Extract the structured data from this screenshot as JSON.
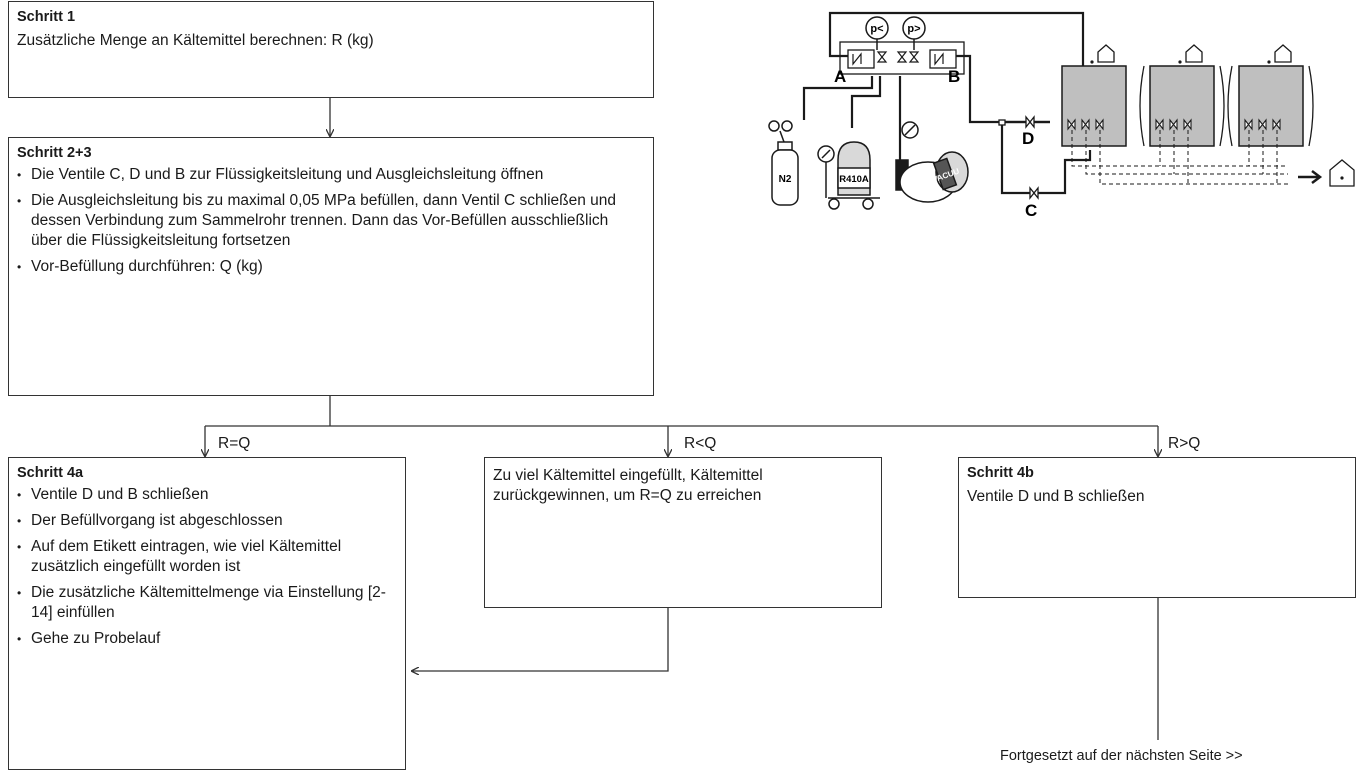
{
  "step1": {
    "title": "Schritt 1",
    "text": "Zusätzliche Menge an Kältemittel berechnen: R (kg)"
  },
  "step23": {
    "title": "Schritt 2+3",
    "bullets": [
      "Die Ventile C, D und B zur Flüssigkeitsleitung und Ausgleichsleitung öffnen",
      "Die Ausgleichsleitung bis zu maximal 0,05 MPa befüllen, dann Ventil C schließen und dessen Verbindung zum Sammelrohr trennen. Dann das Vor-Befüllen ausschließlich über die Flüssigkeitsleitung fortsetzen",
      "Vor-Befüllung durchführen: Q (kg)"
    ]
  },
  "branches": {
    "equal": "R=Q",
    "less": "R<Q",
    "greater": "R>Q"
  },
  "step4a": {
    "title": "Schritt 4a",
    "bullets": [
      "Ventile D und B schließen",
      "Der Befüllvorgang ist abgeschlossen",
      "Auf dem Etikett eintragen, wie viel Kältemittel zusätzlich eingefüllt worden ist",
      "Die zusätzliche Kältemittelmenge via Einstellung [2-14] einfüllen",
      "Gehe zu Probelauf"
    ]
  },
  "overcharge": {
    "text": "Zu viel Kältemittel eingefüllt, Kältemittel zurückgewinnen, um R=Q zu erreichen"
  },
  "step4b": {
    "title": "Schritt 4b",
    "text": "Ventile D und B schließen"
  },
  "continued": "Fortgesetzt auf der nächsten Seite >>",
  "schematic": {
    "gauge_low": "p<",
    "gauge_high": "p>",
    "valve_a": "A",
    "valve_b": "B",
    "valve_c": "C",
    "valve_d": "D",
    "nitrogen": "N2",
    "refrigerant": "R410A",
    "vacuum_pump": "VACUU",
    "icons": [
      "house-icon",
      "arrow-right-icon"
    ]
  }
}
